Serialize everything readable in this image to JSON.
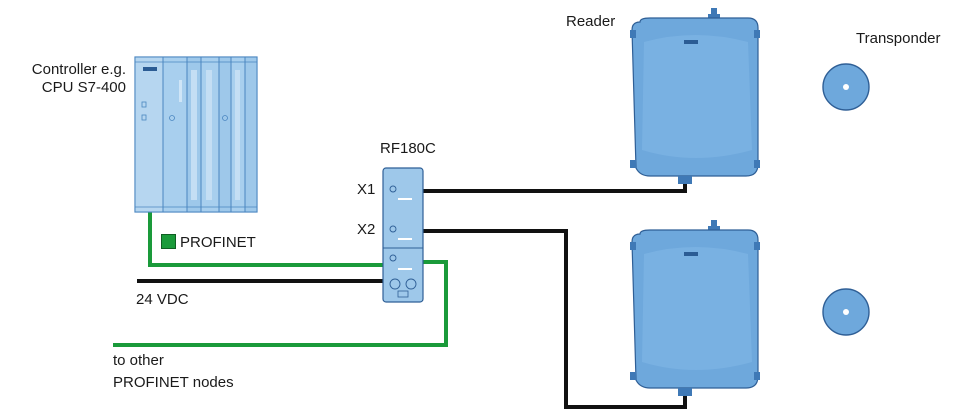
{
  "labels": {
    "controller_line1": "Controller e.g.",
    "controller_line2": "CPU S7-400",
    "rf180c": "RF180C",
    "x1": "X1",
    "x2": "X2",
    "profinet": "PROFINET",
    "power": "24 VDC",
    "other_nodes_line1": "to other",
    "other_nodes_line2": "PROFINET nodes",
    "reader": "Reader",
    "transponder": "Transponder"
  },
  "colors": {
    "device_fill": "#9ec8ea",
    "device_stroke": "#4a86c0",
    "reader_fill": "#6ea8dc",
    "reader_dark": "#3f79b6",
    "profinet_cable": "#1a9a3a",
    "black_cable": "#111111",
    "text": "#1a1a1a"
  },
  "icons": [
    "controller-rack-icon",
    "rf180c-module-icon",
    "reader-icon",
    "transponder-icon",
    "profinet-legend-icon"
  ]
}
